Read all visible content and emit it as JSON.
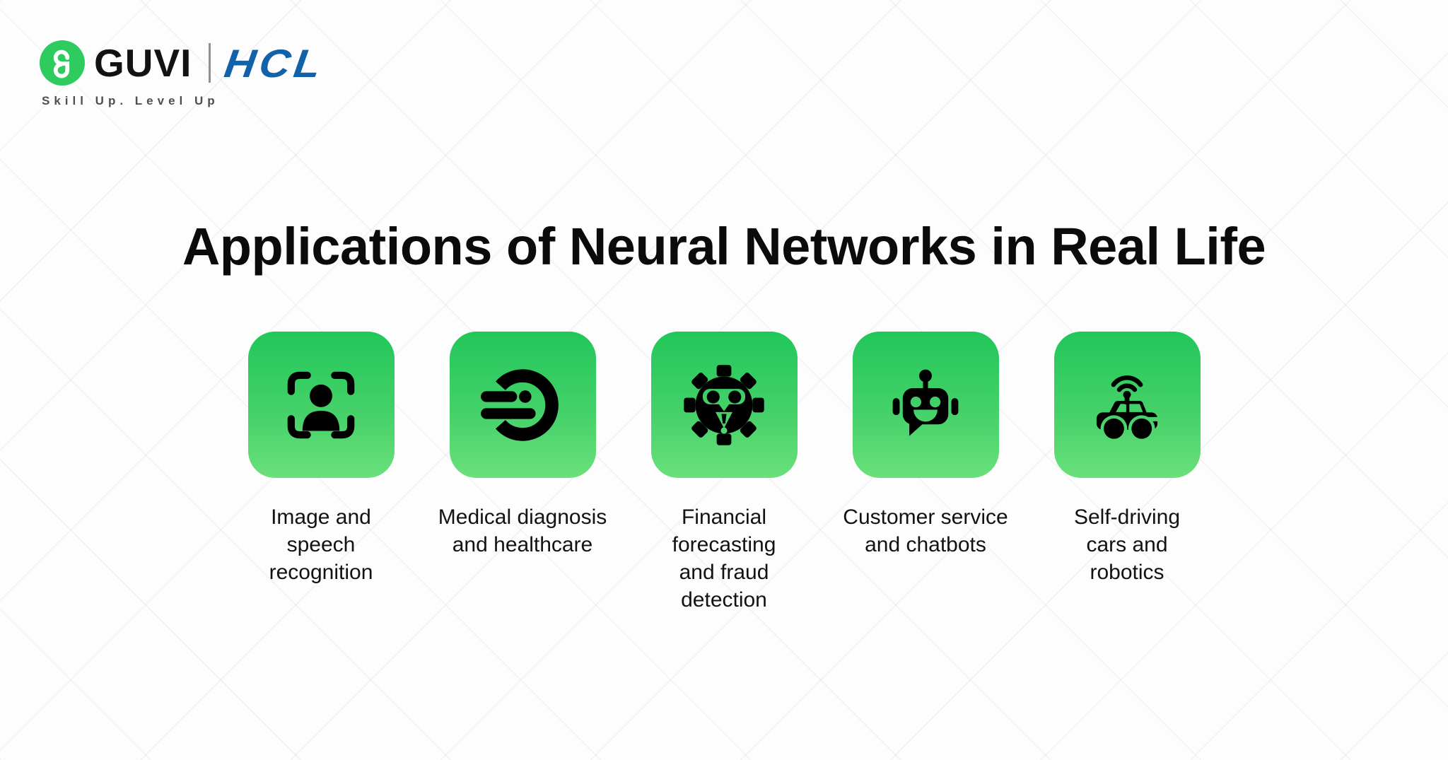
{
  "brand": {
    "logo_mark": "guvi-circle-g",
    "logo_text": "GUVI",
    "partner_text": "HCL",
    "tagline": "Skill Up. Level Up",
    "guvi_green": "#2ECB5F",
    "hcl_blue": "#1162A8"
  },
  "title": "Applications of Neural Networks in Real Life",
  "tiles": [
    {
      "name": "image-speech-recognition",
      "icon": "face-scan-icon",
      "caption": "Image and\nspeech\nrecognition"
    },
    {
      "name": "medical-diagnosis",
      "icon": "medical-scan-icon",
      "caption": "Medical diagnosis\nand healthcare"
    },
    {
      "name": "financial-fraud",
      "icon": "fraud-alert-gear-icon",
      "caption": "Financial\nforecasting\nand fraud\ndetection"
    },
    {
      "name": "customer-service",
      "icon": "chatbot-icon",
      "caption": "Customer service\nand chatbots"
    },
    {
      "name": "self-driving",
      "icon": "self-driving-car-icon",
      "caption": "Self-driving\ncars and\nrobotics"
    }
  ],
  "colors": {
    "background": "#fdfdfd",
    "pattern_line": "rgba(0,0,0,0.045)",
    "tile_gradient_top": "#21c75a",
    "tile_gradient_bottom": "#6ae07b",
    "icon_color": "#000000",
    "title_color": "#0b0b0b",
    "caption_color": "#121212",
    "tagline_color": "#4e4f52"
  }
}
